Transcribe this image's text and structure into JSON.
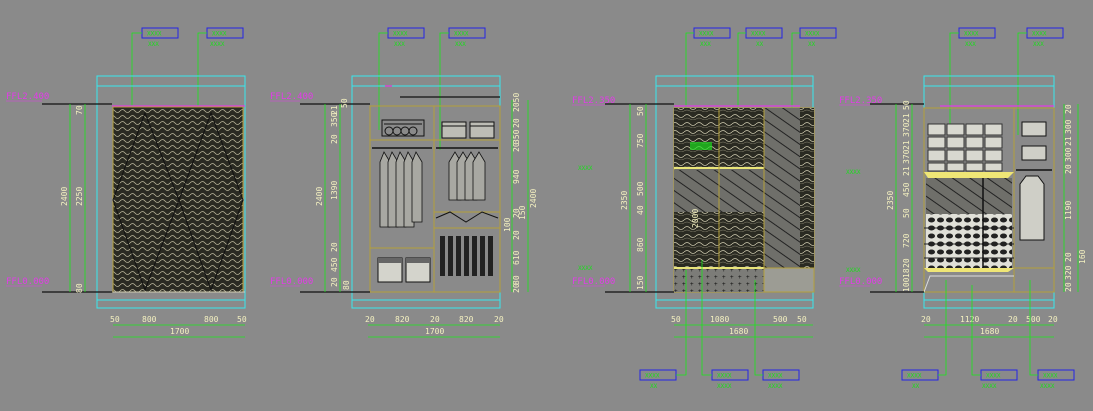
{
  "colors": {
    "background": "#8a8a8a",
    "frame_cyan": "#38e8ee",
    "dim_green": "#18e818",
    "level_magenta": "#e23ce8",
    "cabinet_olive": "#b4a03a",
    "tag_blue": "#2424e6",
    "text_cream": "#f4f1c0",
    "hatch_dark": "#1a1a16"
  },
  "elevations": [
    {
      "levels": {
        "top": "FFL2.400",
        "bottom": "FFL0.000"
      },
      "v_dims": [
        "70",
        "2250",
        "80"
      ],
      "v_total": "2400",
      "h_dims": [
        "50",
        "800",
        "800",
        "50"
      ],
      "h_total": "1700"
    },
    {
      "levels": {
        "top": "FFL2.400",
        "bottom": "FFL0.000"
      },
      "v_dims": [
        "50",
        "20",
        "350",
        "21",
        "1390",
        "20",
        "450",
        "20",
        "80"
      ],
      "v_total": "2400",
      "right_dims": [
        "2050",
        "20",
        "350",
        "20",
        "940",
        "20",
        "100",
        "20",
        "610",
        "80",
        "20"
      ],
      "right_total": "2400",
      "right_inner": "150",
      "h_dims": [
        "20",
        "820",
        "20",
        "820",
        "20"
      ],
      "h_total": "1700"
    },
    {
      "levels": {
        "top": "FFL2.350",
        "bottom": "FFL0.000"
      },
      "v_dims": [
        "50",
        "750",
        "500",
        "40",
        "860",
        "150"
      ],
      "v_total": "2350",
      "inner_dim": "2000",
      "h_dims": [
        "50",
        "1080",
        "500",
        "50"
      ],
      "h_total": "1680"
    },
    {
      "levels": {
        "top": "FFL2.350",
        "bottom": "FFL0.000"
      },
      "v_dims": [
        "50",
        "21",
        "370",
        "21",
        "370",
        "21",
        "450",
        "50",
        "720",
        "20",
        "18",
        "100"
      ],
      "v_total": "2350",
      "right_dims": [
        "20",
        "300",
        "21",
        "300",
        "20",
        "1190",
        "20",
        "320",
        "20"
      ],
      "right_total": "160",
      "h_dims": [
        "20",
        "1120",
        "20",
        "500",
        "20"
      ],
      "h_total": "1680"
    }
  ]
}
